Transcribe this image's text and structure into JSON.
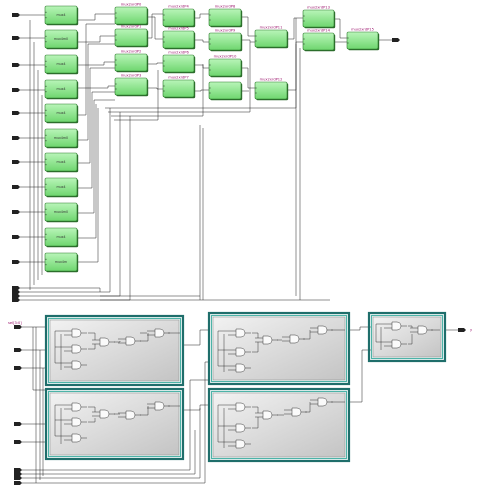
{
  "title": "",
  "top_section": {
    "column1_labels": [
      "mux4",
      "mux4m0",
      "mux4",
      "mux4",
      "mux4",
      "mux4m0",
      "mux4",
      "mux4",
      "mux4m0",
      "mux4",
      "mux4m"
    ],
    "column2_labels": [
      "mux2xrdP0",
      "mux2xrdP1",
      "mux2xrdP2",
      "mux2xrdP3"
    ],
    "column3_labels": [
      "mux2xrdP4",
      "mux2xrdP5",
      "mux2xrdP6",
      "mux2xrdP7"
    ],
    "column4_labels": [
      "mux2xrdP8",
      "mux2xrdP9",
      "mux2xrdP10"
    ],
    "column5_labels": [
      "mux2xrdP11",
      "mux2xrdP12"
    ],
    "column6_labels": [
      "mux2xrdP13",
      "mux2xrdP14"
    ],
    "final_label": "mux2xrdP15"
  },
  "bottom_section": {
    "input_port_label": "sel[3:0]",
    "output_port_label": "y"
  },
  "colors": {
    "block_fill": "#8fe88f",
    "block_stroke": "#2d7a2d",
    "wire": "#222222",
    "frame_teal": "#2f8f86",
    "frame_fill": "#d6d6d6",
    "label": "#9a0f6a"
  }
}
